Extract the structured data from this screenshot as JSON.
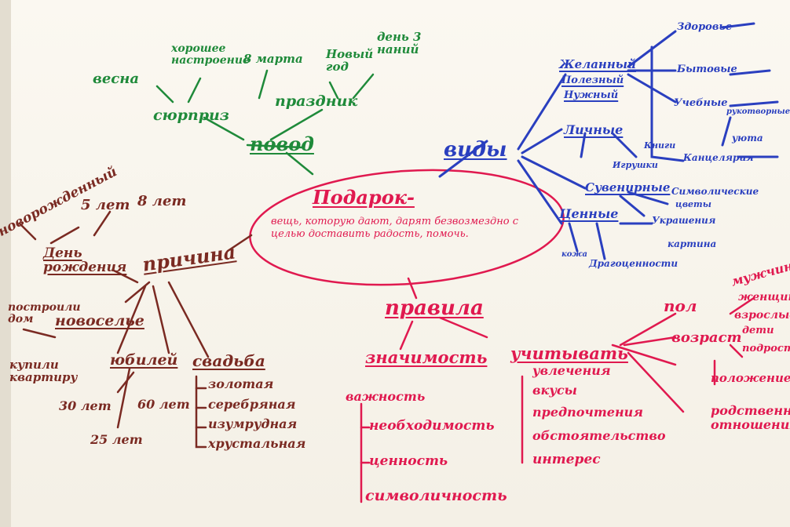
{
  "colors": {
    "green": "#1f8a3a",
    "blue": "#2a3fbf",
    "brown": "#7a2a22",
    "red": "#e0194f",
    "paper": "#f7f3ea"
  },
  "center": {
    "title": "Подарок-",
    "definition": "вещь, которую дают, дарят безвозмездно с целью доставить радость, помочь."
  },
  "povod": {
    "root": "повод",
    "surprise": "сюрприз",
    "holiday": "праздник",
    "items": [
      "весна",
      "хорошее настроение",
      "8 марта",
      "Новый год",
      "день 3 наний"
    ]
  },
  "prichina": {
    "root": "причина",
    "birthday": "День рождения",
    "newborn": "новорожденный",
    "ages": [
      "5 лет",
      "8 лет"
    ],
    "housewarming": "новоселье",
    "house_reasons": [
      "построили дом",
      "купили квартиру"
    ],
    "jubilee": "юбилей",
    "jubilee_years": [
      "30 лет",
      "60 лет",
      "25 лет"
    ],
    "wedding": "свадьба",
    "wedding_kinds": [
      "золотая",
      "серебряная",
      "изумрудная",
      "хрустальная"
    ]
  },
  "vidy": {
    "root": "виды",
    "branches": [
      "Желанный",
      "Полезный",
      "Нужный",
      "Личные",
      "Сувенирные",
      "Ценные"
    ],
    "leaves": [
      "Здоровье",
      "Бытовые",
      "Учебные",
      "Книги",
      "Игрушки",
      "Канцелярия",
      "Украшения",
      "Драгоценности",
      "Символические",
      "рукотворные",
      "уюта",
      "кожа",
      "картина",
      "цветы"
    ]
  },
  "pravila": {
    "root": "правила",
    "significance": "значимость",
    "significance_items": [
      "важность",
      "необходимость",
      "ценность",
      "символичность"
    ],
    "consider": "учитывать",
    "consider_items": [
      "увлечения",
      "вкусы",
      "предпочтения",
      "обстоятельство",
      "интерес"
    ],
    "side": [
      "пол",
      "возраст",
      "положение",
      "родственные отношения"
    ],
    "side_small": [
      "мужчина",
      "женщина",
      "взрослые",
      "дети",
      "подростки"
    ]
  }
}
